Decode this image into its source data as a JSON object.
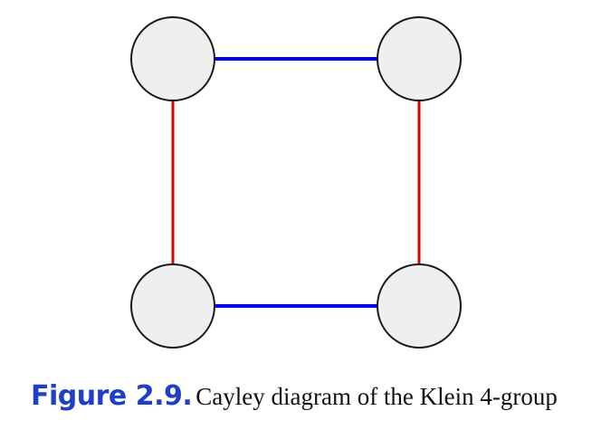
{
  "diagram": {
    "nodes": [
      {
        "id": "top-left"
      },
      {
        "id": "top-right"
      },
      {
        "id": "bottom-left"
      },
      {
        "id": "bottom-right"
      }
    ],
    "edges": [
      {
        "from": "top-left",
        "to": "top-right",
        "color": "#0000ee"
      },
      {
        "from": "bottom-left",
        "to": "bottom-right",
        "color": "#0000ee"
      },
      {
        "from": "top-left",
        "to": "bottom-left",
        "color": "#e00000"
      },
      {
        "from": "top-right",
        "to": "bottom-right",
        "color": "#e00000"
      }
    ],
    "node_fill": "#efefef",
    "node_stroke": "#1a1a1a"
  },
  "caption": {
    "label": "Figure 2.9.",
    "label_color": "#1f3fc9",
    "text": "Cayley diagram of the Klein 4-group"
  }
}
